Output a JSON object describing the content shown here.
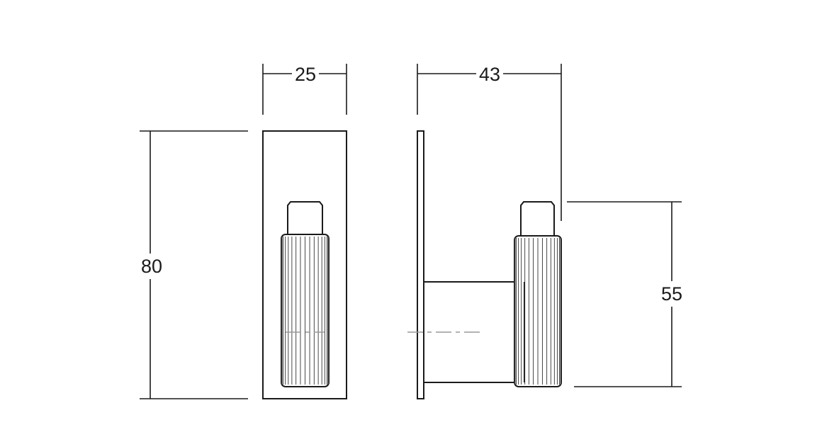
{
  "dimensions": {
    "front_width": "25",
    "side_depth": "43",
    "plate_height": "80",
    "knob_height": "55"
  },
  "colors": {
    "line": "#1a1a1a",
    "centerline": "#999999",
    "background": "#ffffff"
  }
}
